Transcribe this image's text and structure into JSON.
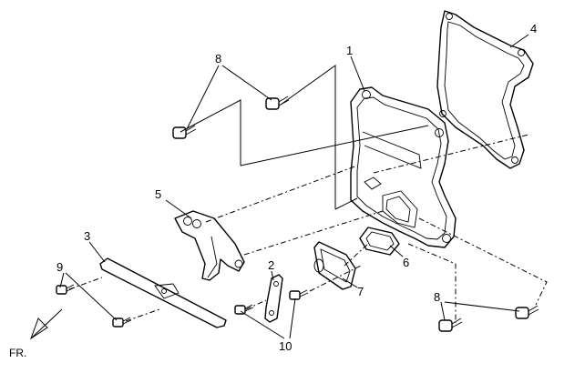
{
  "labels": {
    "p1": "1",
    "p2": "2",
    "p3": "3",
    "p4": "4",
    "p5": "5",
    "p6": "6",
    "p7": "7",
    "p8_top": "8",
    "p8_bottom": "8",
    "p9": "9",
    "p10": "10"
  },
  "front_marker": "FR."
}
